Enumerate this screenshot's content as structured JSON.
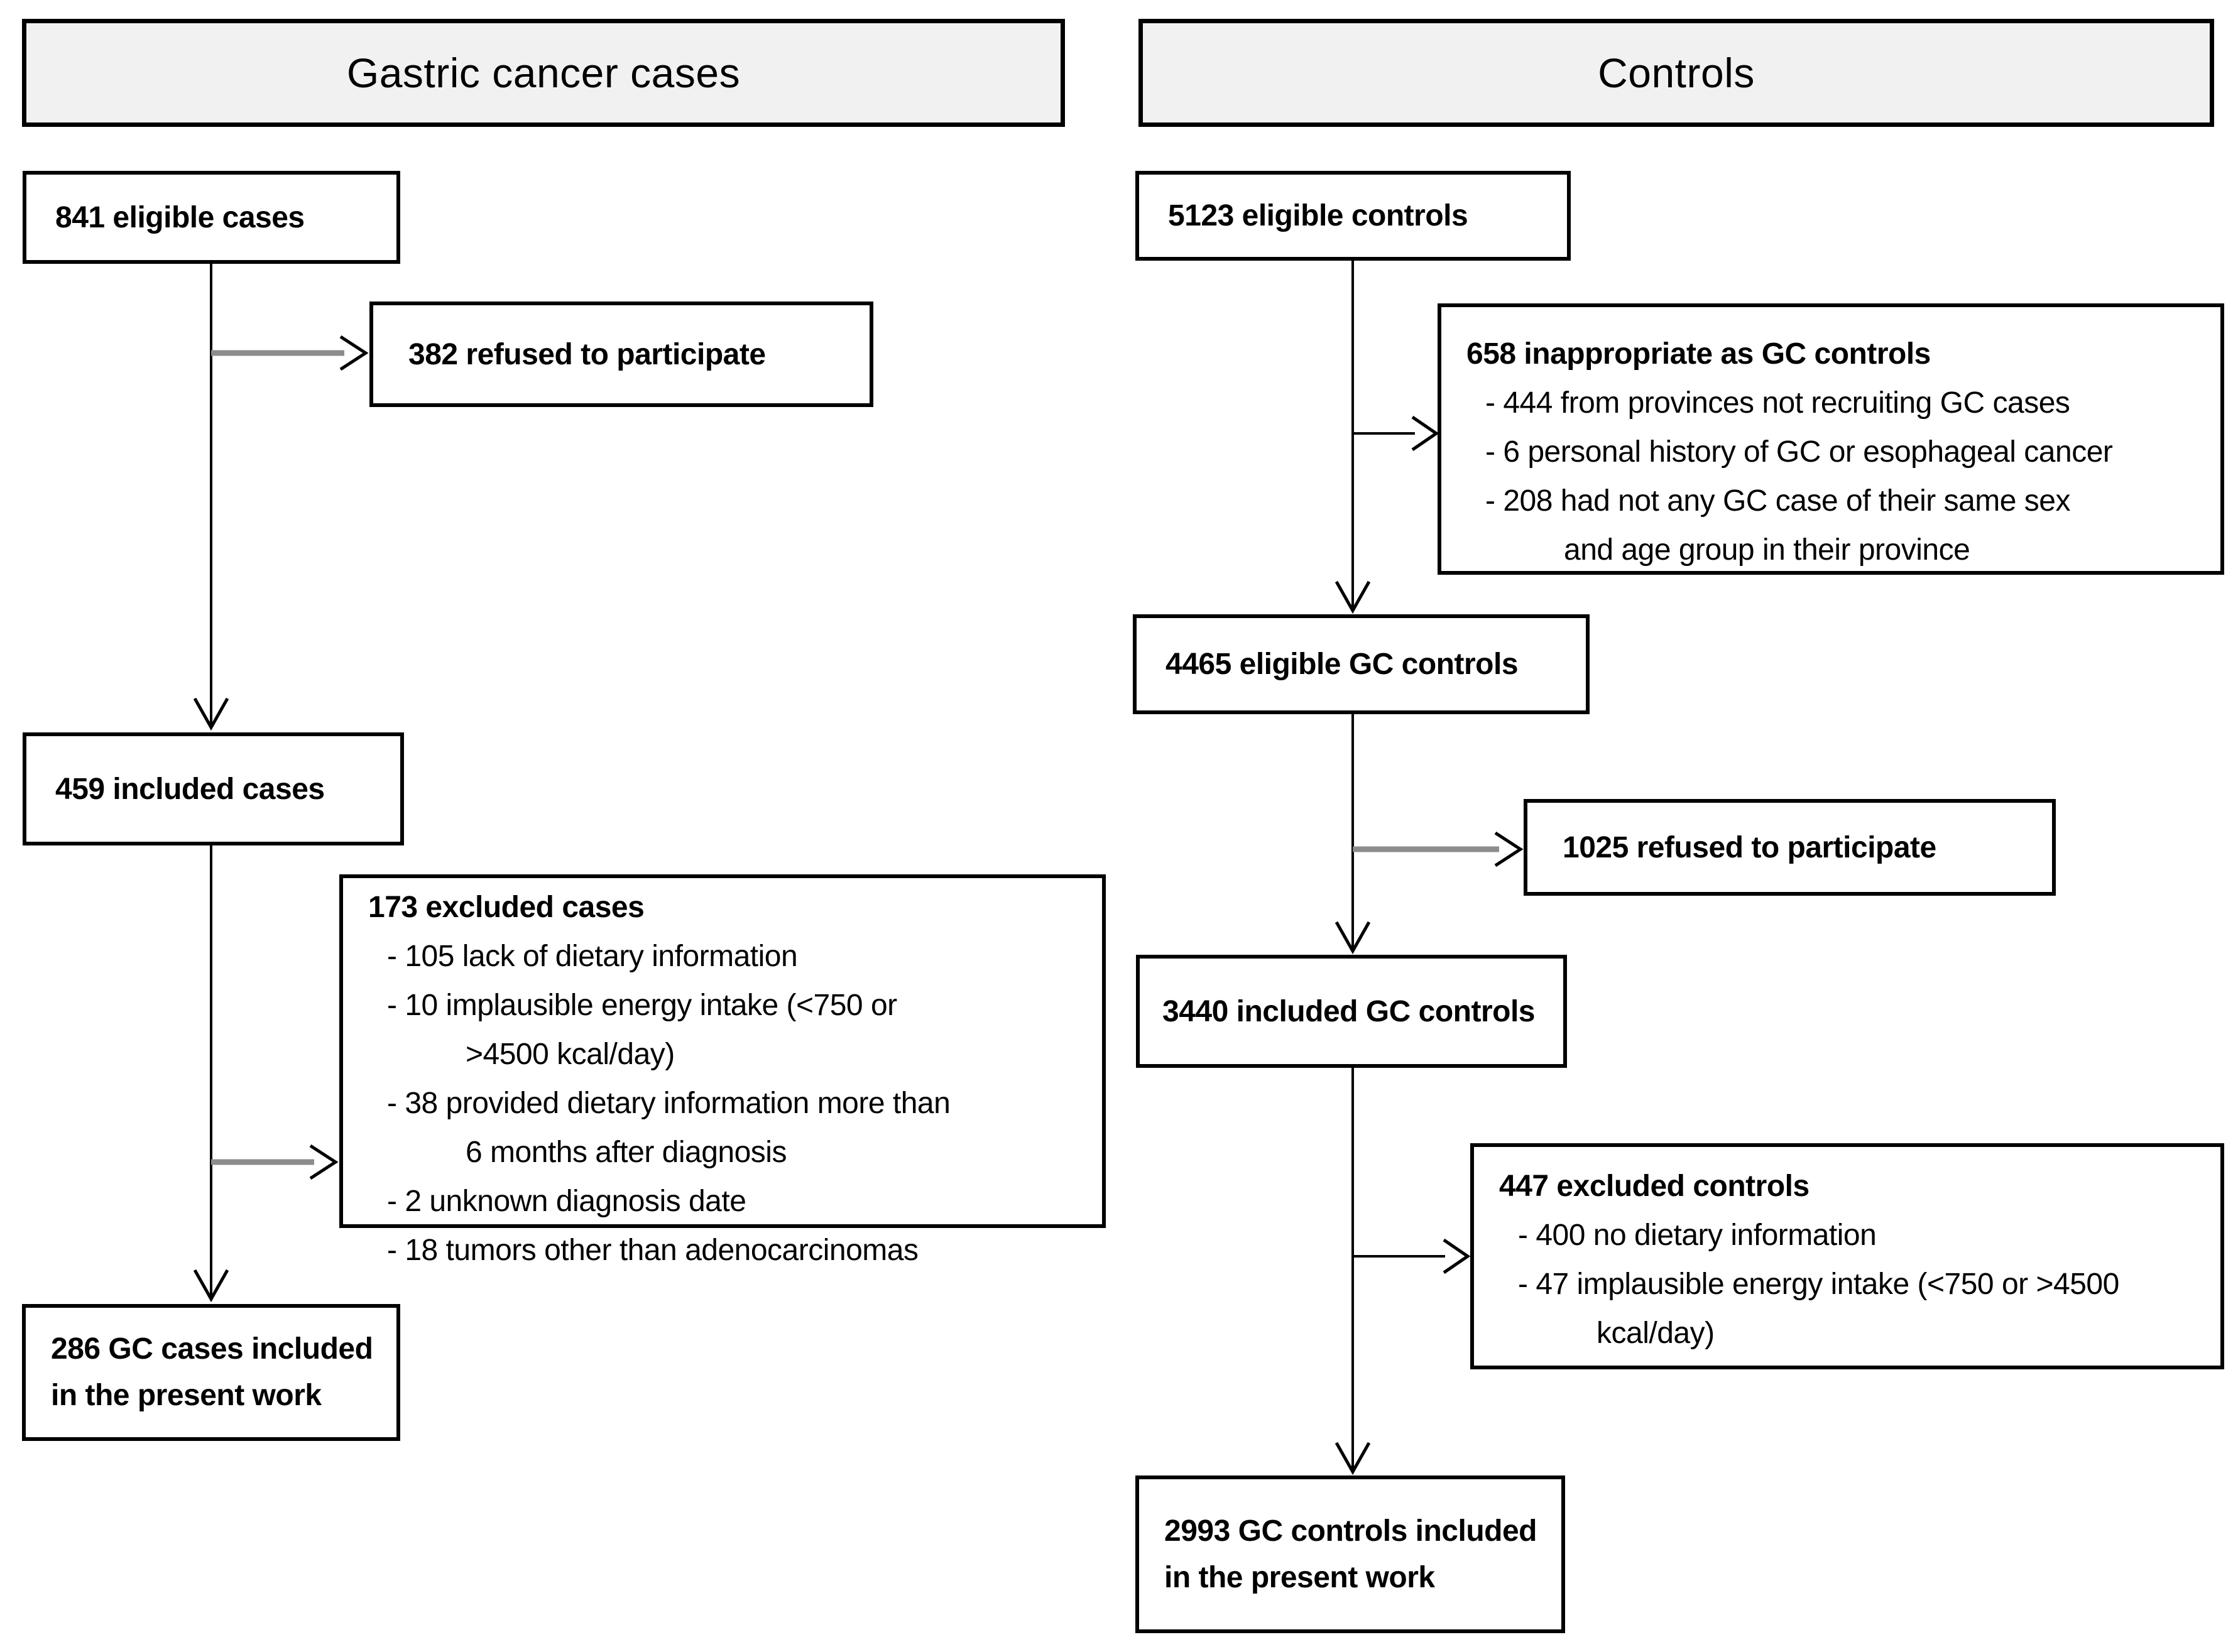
{
  "cases": {
    "header": "Gastric cancer cases",
    "eligible": "841 eligible cases",
    "refused": "382 refused to participate",
    "included": "459 included cases",
    "excluded": {
      "title": "173 excluded cases",
      "lines": [
        "- 105 lack of dietary information",
        "- 10 implausible energy intake (<750 or",
        ">4500 kcal/day)",
        "- 38 provided dietary information more than",
        "6 months after diagnosis",
        "- 2 unknown diagnosis date",
        "- 18 tumors other than adenocarcinomas"
      ]
    },
    "final_lines": [
      "286 GC cases included",
      "in the present work"
    ]
  },
  "controls": {
    "header": "Controls",
    "eligible": "5123 eligible controls",
    "inappropriate": {
      "title": "658 inappropriate as GC controls",
      "lines": [
        "- 444 from provinces not recruiting GC cases",
        "- 6 personal history of GC or esophageal cancer",
        "- 208 had not any GC case of their same sex",
        "and age group in their province"
      ]
    },
    "eligible_gc": "4465 eligible GC controls",
    "refused": "1025 refused to participate",
    "included_gc": "3440 included GC controls",
    "excluded": {
      "title": "447 excluded controls",
      "lines": [
        "- 400 no dietary information",
        "- 47 implausible energy intake (<750 or >4500",
        "kcal/day)"
      ]
    },
    "final_lines": [
      "2993 GC controls included",
      "in the present work"
    ]
  },
  "colors": {
    "header_fill": "#f1f1f1",
    "box_fill": "#ffffff",
    "border": "#000000",
    "branch_arrow_gray": "#8c8c8c"
  }
}
